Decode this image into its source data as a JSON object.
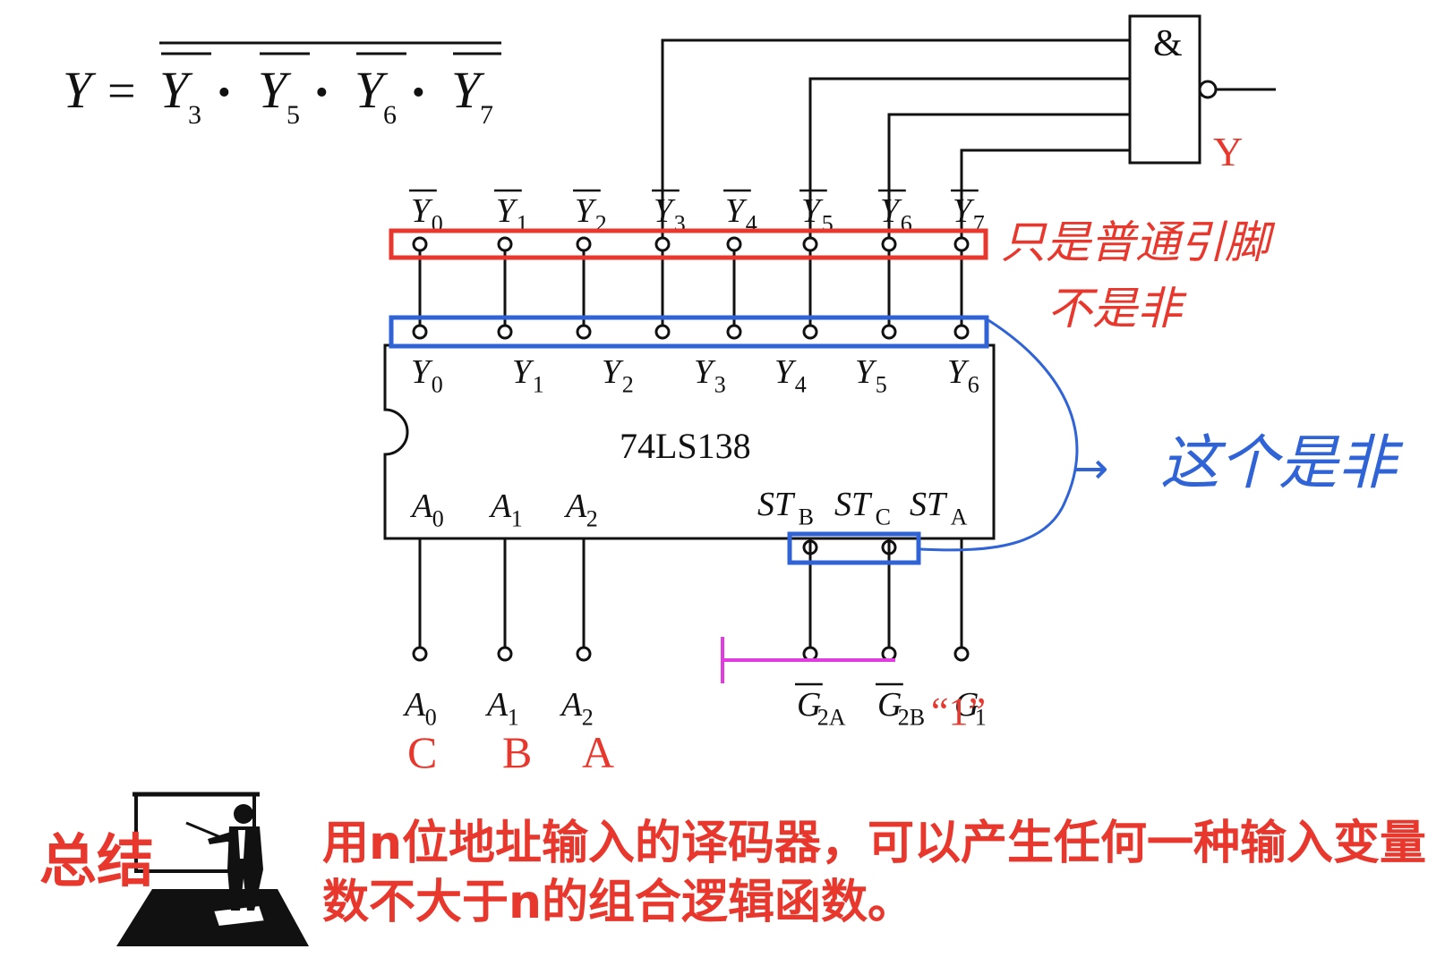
{
  "formula": {
    "lhs": "Y",
    "equals": "=",
    "dot": "•",
    "terms": [
      {
        "base": "Y",
        "sub": "3"
      },
      {
        "base": "Y",
        "sub": "5"
      },
      {
        "base": "Y",
        "sub": "6"
      },
      {
        "base": "Y",
        "sub": "7"
      }
    ]
  },
  "and_gate": {
    "symbol": "&",
    "output_label": "Y"
  },
  "chip": {
    "name": "74LS138"
  },
  "top_pins": [
    {
      "base": "Y",
      "sub": "0"
    },
    {
      "base": "Y",
      "sub": "1"
    },
    {
      "base": "Y",
      "sub": "2"
    },
    {
      "base": "Y",
      "sub": "3"
    },
    {
      "base": "Y",
      "sub": "4"
    },
    {
      "base": "Y",
      "sub": "5"
    },
    {
      "base": "Y",
      "sub": "6"
    },
    {
      "base": "Y",
      "sub": "7"
    }
  ],
  "inner_output_labels": [
    {
      "base": "Y",
      "sub": "0"
    },
    {
      "base": "Y",
      "sub": "1"
    },
    {
      "base": "Y",
      "sub": "2"
    },
    {
      "base": "Y",
      "sub": "3"
    },
    {
      "base": "Y",
      "sub": "4"
    },
    {
      "base": "Y",
      "sub": "5"
    },
    {
      "base": "Y",
      "sub": "6"
    }
  ],
  "inner_input_labels": [
    {
      "base": "A",
      "sub": "0"
    },
    {
      "base": "A",
      "sub": "1"
    },
    {
      "base": "A",
      "sub": "2"
    }
  ],
  "inner_enable_labels": [
    {
      "base": "ST",
      "sub": "B"
    },
    {
      "base": "ST",
      "sub": "C"
    },
    {
      "base": "ST",
      "sub": "A"
    }
  ],
  "bottom_pins": [
    {
      "base": "A",
      "sub": "0"
    },
    {
      "base": "A",
      "sub": "1"
    },
    {
      "base": "A",
      "sub": "2"
    },
    {
      "base": "G",
      "sub": "2A"
    },
    {
      "base": "G",
      "sub": "2B"
    },
    {
      "base": "G",
      "sub": "1"
    }
  ],
  "variable_labels": [
    "C",
    "B",
    "A"
  ],
  "g1_note": "“1”",
  "annotations": {
    "red_note_line1": "只是普通引脚",
    "red_note_line2": "不是非",
    "blue_note": "这个是非",
    "blue_arrow": "→"
  },
  "summary": {
    "title": "总结",
    "text": "用n位地址输入的译码器，可以产生任何一种输入变量数不大于n的组合逻辑函数。"
  },
  "colors": {
    "red": "#e8372c",
    "blue": "#2f63d6",
    "magenta": "#e03ce0",
    "line": "#111111"
  }
}
